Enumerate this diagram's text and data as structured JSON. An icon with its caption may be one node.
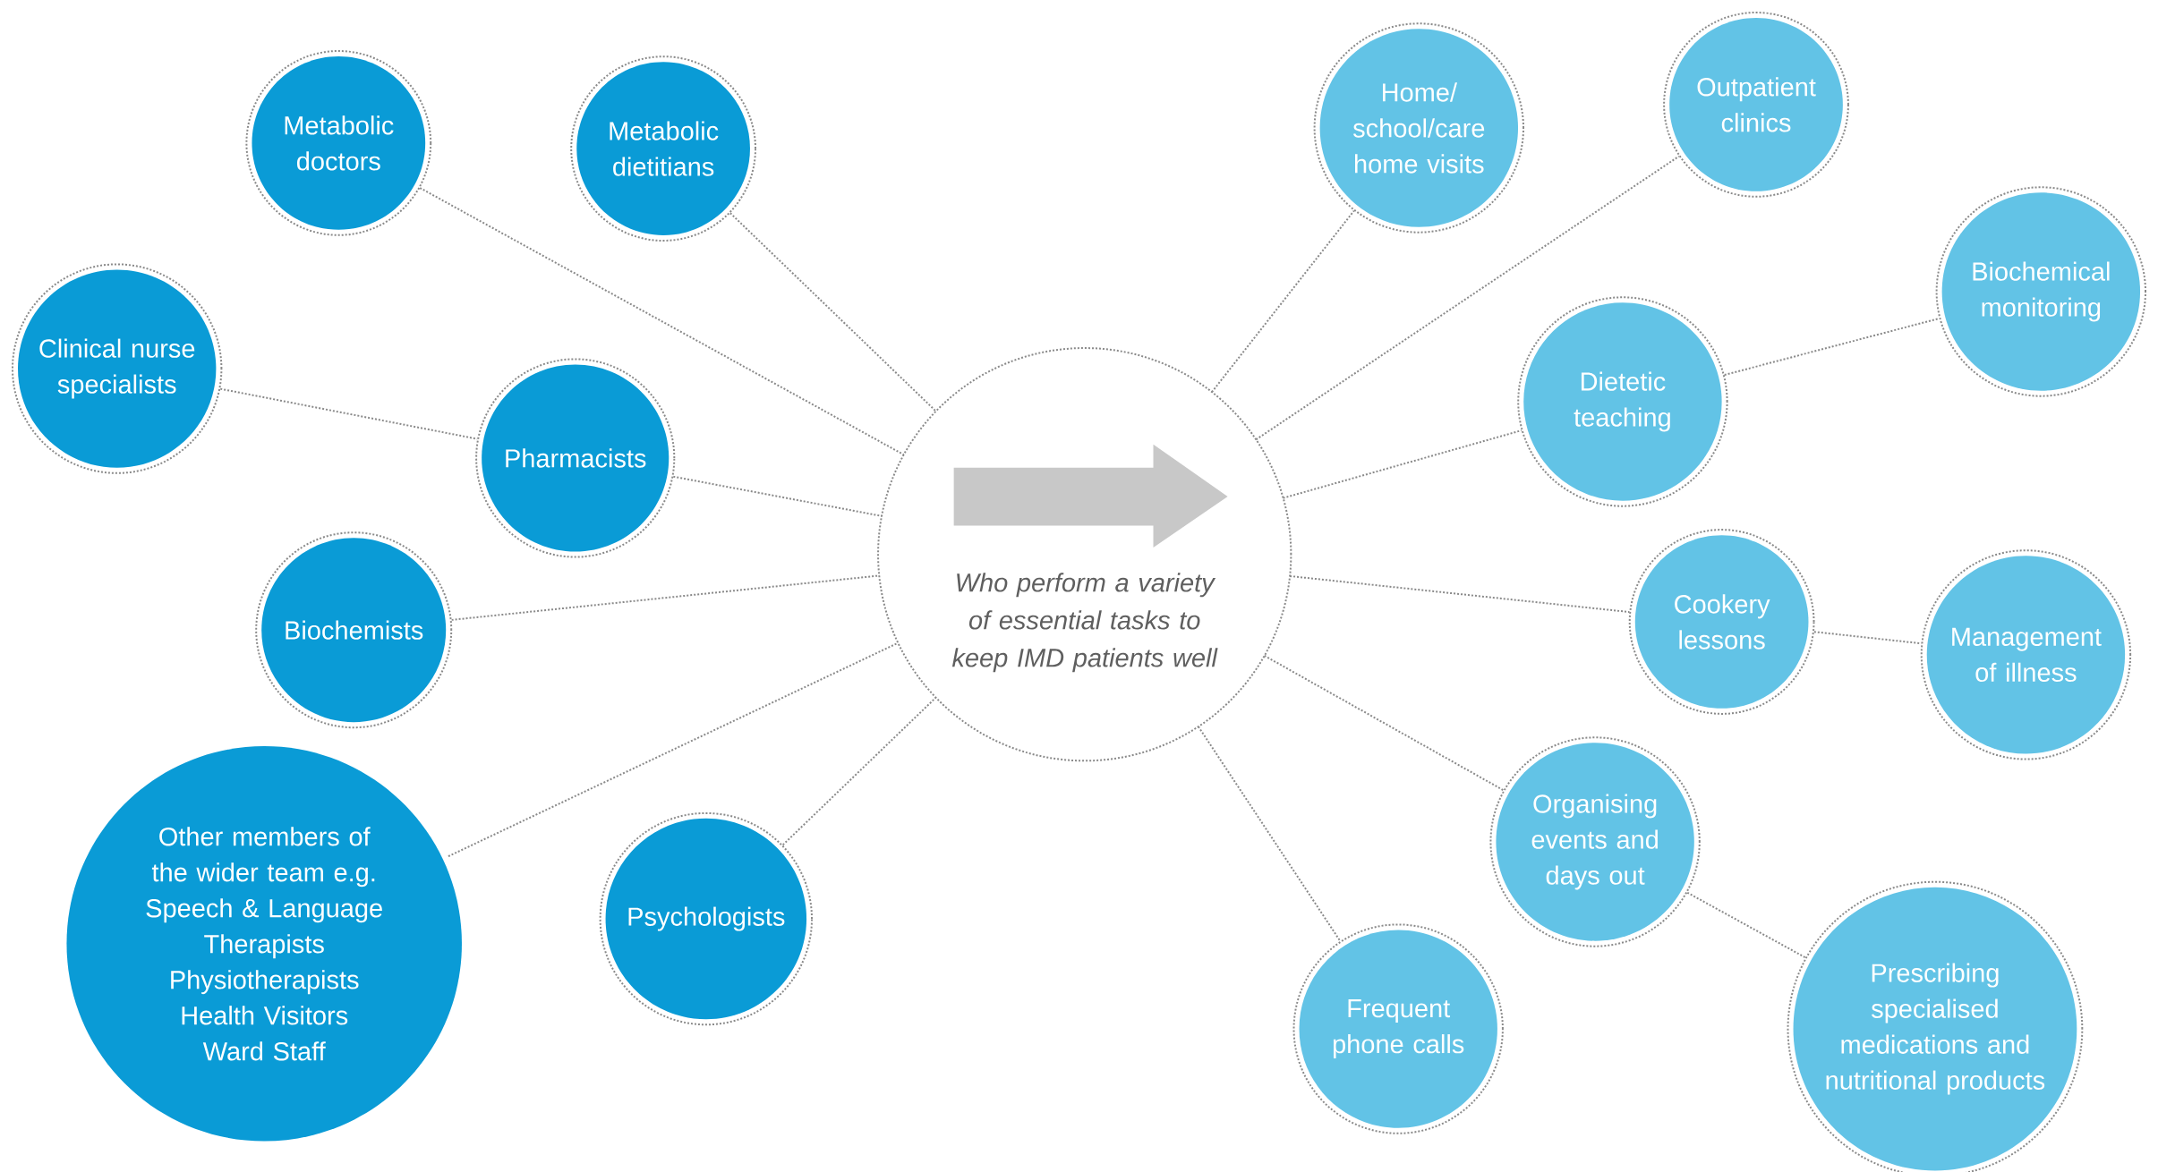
{
  "diagram": {
    "nodes": [
      {
        "text": [
          "Who perform a variety of essential tasks to keep IMD patients well"
        ]
      },
      {
        "text": [
          "Metabolic doctors"
        ]
      },
      {
        "text": [
          "Metabolic dietitians"
        ]
      },
      {
        "text": [
          "Clinical nurse specialists"
        ]
      },
      {
        "text": [
          "Pharmacists"
        ]
      },
      {
        "text": [
          "Biochemists"
        ]
      },
      {
        "text": [
          "Other members of the wider team e.g.",
          "Speech & Language Therapists",
          "Physiotherapists",
          "Health Visitors",
          "Ward Staff"
        ]
      },
      {
        "text": [
          "Psychologists"
        ]
      },
      {
        "text": [
          "Home/ school/care home visits"
        ]
      },
      {
        "text": [
          "Outpatient clinics"
        ]
      },
      {
        "text": [
          "Biochemical monitoring"
        ]
      },
      {
        "text": [
          "Dietetic teaching"
        ]
      },
      {
        "text": [
          "Cookery lessons"
        ]
      },
      {
        "text": [
          "Management of illness"
        ]
      },
      {
        "text": [
          "Organising events and days out"
        ]
      },
      {
        "text": [
          "Frequent phone calls"
        ]
      },
      {
        "text": [
          "Prescribing specialised medications and nutritional products"
        ]
      }
    ],
    "edges": [
      {
        "from": 1,
        "to": 0,
        "arrow": "none"
      },
      {
        "from": 2,
        "to": 0,
        "arrow": "none"
      },
      {
        "from": 3,
        "to": 4,
        "arrow": "none"
      },
      {
        "from": 4,
        "to": 0,
        "arrow": "none"
      },
      {
        "from": 5,
        "to": 0,
        "arrow": "none"
      },
      {
        "from": 6,
        "to": 0,
        "arrow": "none"
      },
      {
        "from": 7,
        "to": 0,
        "arrow": "none"
      },
      {
        "from": 0,
        "to": 8,
        "arrow": "none"
      },
      {
        "from": 0,
        "to": 9,
        "arrow": "none"
      },
      {
        "from": 0,
        "to": 11,
        "arrow": "none"
      },
      {
        "from": 11,
        "to": 10,
        "arrow": "none"
      },
      {
        "from": 0,
        "to": 12,
        "arrow": "none"
      },
      {
        "from": 12,
        "to": 13,
        "arrow": "none"
      },
      {
        "from": 0,
        "to": 14,
        "arrow": "none"
      },
      {
        "from": 14,
        "to": 16,
        "arrow": "none"
      },
      {
        "from": 0,
        "to": 15,
        "arrow": "none"
      }
    ]
  }
}
